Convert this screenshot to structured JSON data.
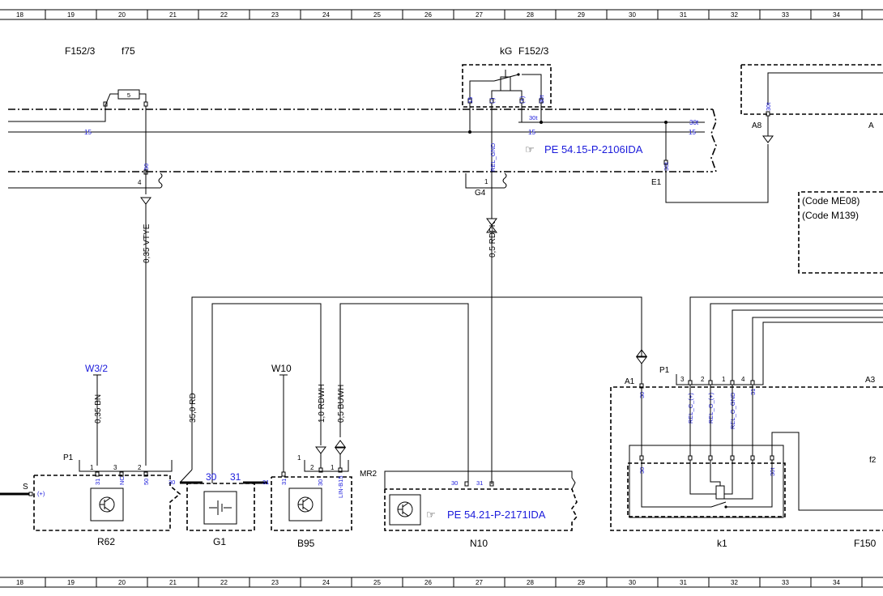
{
  "grid": {
    "columns": [
      "18",
      "19",
      "20",
      "21",
      "22",
      "23",
      "24",
      "25",
      "26",
      "27",
      "28",
      "29",
      "30",
      "31",
      "32",
      "33",
      "34"
    ]
  },
  "top": {
    "f152_left": "F152/3",
    "f75": "f75",
    "fuse_value": "5",
    "kg": "kG",
    "f152_right": "F152/3",
    "relay_pins": [
      "15",
      "(-)",
      "(+)",
      "30t"
    ],
    "term_30t": "30t",
    "line15_a": "15",
    "line15_b": "15",
    "line15_c": "15",
    "line30t": "30t",
    "pin50": "50",
    "pin4": "4",
    "pin1_g4": "1",
    "rel_gnd": "REL_GND",
    "e1_pin": "30t",
    "a8_pin": "30t",
    "a8": "A8",
    "a_cut": "A",
    "g4": "G4",
    "e1": "E1",
    "ref_top": "PE 54.15-P-2106IDA"
  },
  "wires": {
    "vtye": "0,35 VTYE",
    "rdpk": "0,5 RDPK",
    "bn": "0,35 BN",
    "rd": "35,0 RD",
    "rdwh": "1,0 RDWH",
    "buwh": "0,5 BUWH"
  },
  "code_box": [
    "(Code ME08)",
    "(Code M139)"
  ],
  "left": {
    "w32": "W3/2",
    "w10": "W10",
    "p1": "P1",
    "p1_pins": [
      "1",
      "3",
      "2"
    ],
    "pin31": "31",
    "pin_nc": "NC",
    "pin_50": "50",
    "pin_30_r62": "30",
    "s": "S",
    "s_plus": "(+)",
    "g1_30": "30",
    "g1_31": "31",
    "g1_31b": "31",
    "b95_31": "31",
    "b95_pins": [
      "2",
      "1"
    ],
    "b95_30": "30",
    "b95_lin": "LIN-B15",
    "pin1_b95": "1",
    "mr2": "MR2",
    "n10_30": "30",
    "n10_31": "31",
    "ref_n10": "PE 54.21-P-2171IDA",
    "r62": "R62",
    "g1": "G1",
    "b95": "B95",
    "n10": "N10"
  },
  "right": {
    "a1": "A1",
    "p1": "P1",
    "a3": "A3",
    "p1_pins": [
      "3",
      "2",
      "1",
      "4"
    ],
    "a1_30": "30",
    "rel_c": "REL_C_(+)",
    "rel_o": "REL_O_(+)",
    "rel_o_gnd": "REL_O_GND",
    "pin31": "31",
    "k1_30": "30",
    "k1_30t": "30t",
    "f2": "f2",
    "k1": "k1",
    "f150": "F150"
  }
}
